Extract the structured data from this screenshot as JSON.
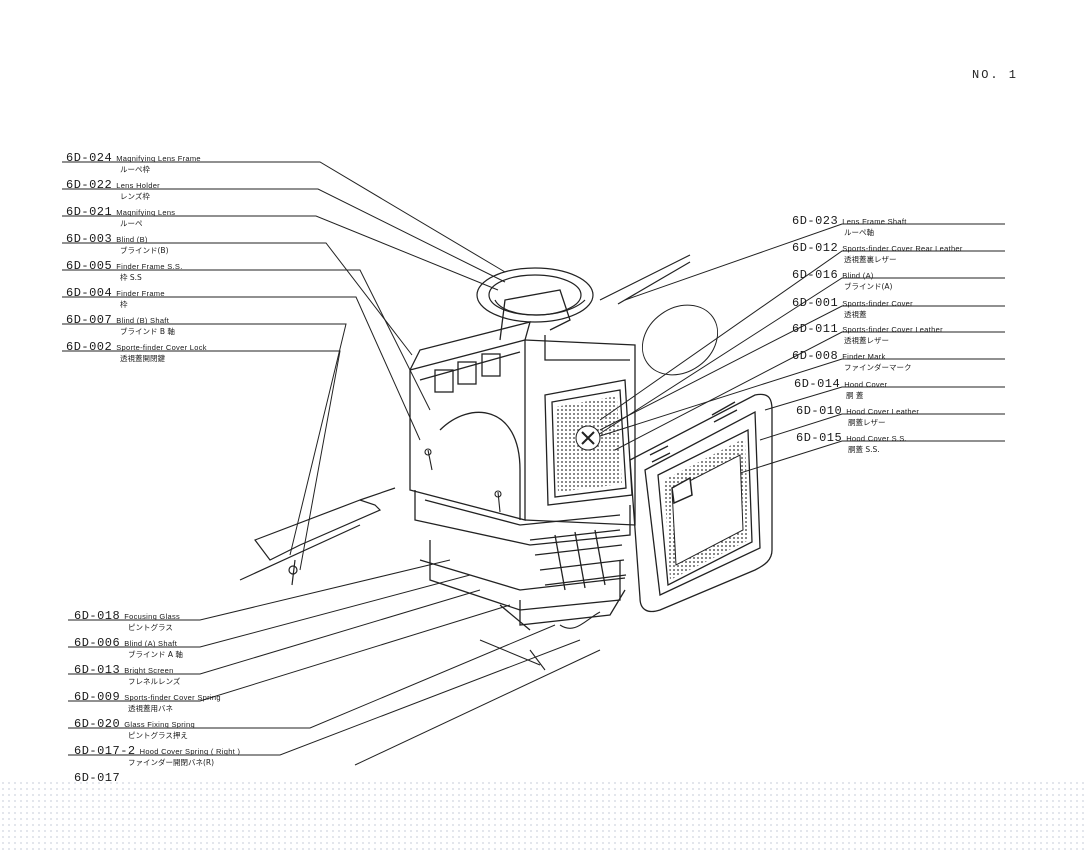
{
  "page_number": "NO. 1",
  "left_labels": [
    {
      "code": "6D-024",
      "en": "Magnifying Lens Frame",
      "jp": "ルーペ枠"
    },
    {
      "code": "6D-022",
      "en": "Lens Holder",
      "jp": "レンズ枠"
    },
    {
      "code": "6D-021",
      "en": "Magnifying Lens",
      "jp": "ルーペ"
    },
    {
      "code": "6D-003",
      "en": "Blind (B)",
      "jp": "ブラインド(B)"
    },
    {
      "code": "6D-005",
      "en": "Finder Frame S.S.",
      "jp": "枠 S.S"
    },
    {
      "code": "6D-004",
      "en": "Finder Frame",
      "jp": "枠"
    },
    {
      "code": "6D-007",
      "en": "Blind (B) Shaft",
      "jp": "ブラインド B 軸"
    },
    {
      "code": "6D-002",
      "en": "Sporte-finder Cover Lock",
      "jp": "透視蓋開閉鍵"
    }
  ],
  "right_labels": [
    {
      "code": "6D-023",
      "en": "Lens Frame Shaft",
      "jp": "ルーペ軸"
    },
    {
      "code": "6D-012",
      "en": "Sports-finder Cover Rear Leather",
      "jp": "透視蓋裏レザー"
    },
    {
      "code": "6D-016",
      "en": "Blind (A)",
      "jp": "ブラインド(A)"
    },
    {
      "code": "6D-001",
      "en": "Sports-finder Cover",
      "jp": "透視蓋"
    },
    {
      "code": "6D-011",
      "en": "Sports-finder Cover Leather",
      "jp": "透視蓋レザー"
    },
    {
      "code": "6D-008",
      "en": "Finder Mark",
      "jp": "ファインダーマーク"
    },
    {
      "code": "6D-014",
      "en": "Hood Cover",
      "jp": "胴 蓋"
    },
    {
      "code": "6D-010",
      "en": "Hood Cover Leather",
      "jp": "胴蓋レザー"
    },
    {
      "code": "6D-015",
      "en": "Hood Cover S.S.",
      "jp": "胴蓋 S.S."
    }
  ],
  "bottom_labels": [
    {
      "code": "6D-018",
      "en": "Focusing Glass",
      "jp": "ピントグラス"
    },
    {
      "code": "6D-006",
      "en": "Blind (A) Shaft",
      "jp": "ブラインド A 軸"
    },
    {
      "code": "6D-013",
      "en": "Bright Screen",
      "jp": "フレネルレンズ"
    },
    {
      "code": "6D-009",
      "en": "Sports-finder Cover Spring",
      "jp": "透視蓋用バネ"
    },
    {
      "code": "6D-020",
      "en": "Glass Fixing Spring",
      "jp": "ピントグラス押え"
    },
    {
      "code": "6D-017-2",
      "en": "Hood Cover Spring ( Right )",
      "jp": "ファインダー開閉バネ(R)"
    },
    {
      "code": "6D-017",
      "en": "",
      "jp": ""
    }
  ]
}
